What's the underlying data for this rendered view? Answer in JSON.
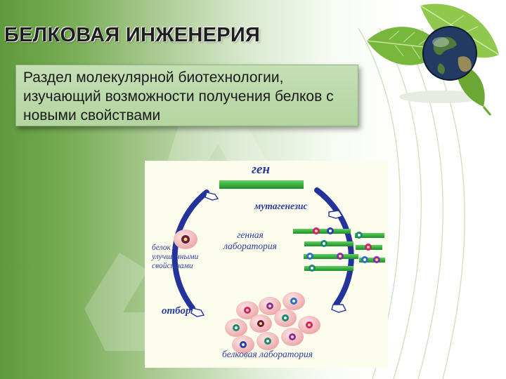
{
  "slide": {
    "title": "БЕЛКОВАЯ ИНЖЕНЕРИЯ",
    "definition": "Раздел молекулярной биотехнологии, изучающий возможности получения белков с новыми свойствами"
  },
  "diagram": {
    "gene_label": "ген",
    "mutagenesis_label": "мутагенезис",
    "gene_lab_label_line1": "генная",
    "gene_lab_label_line2": "лаборатория",
    "protein_label": "белок с улучшенными свойствами",
    "selection_label": "отбор",
    "protein_lab_label": "белковая лаборатория"
  },
  "colors": {
    "background_green": "#5f9a3d",
    "definition_box": "#b3d5a0",
    "diagram_panel": "#fdfdee",
    "arrow_blue": "#24339a",
    "gene_bar_green": "#2fa832",
    "cell_pink": "#f4bcbc",
    "label_blue": "#2a3c9c"
  },
  "icons": {
    "globe": "globe-on-leaves-icon",
    "recycle": "recycle-watermark-icon"
  }
}
